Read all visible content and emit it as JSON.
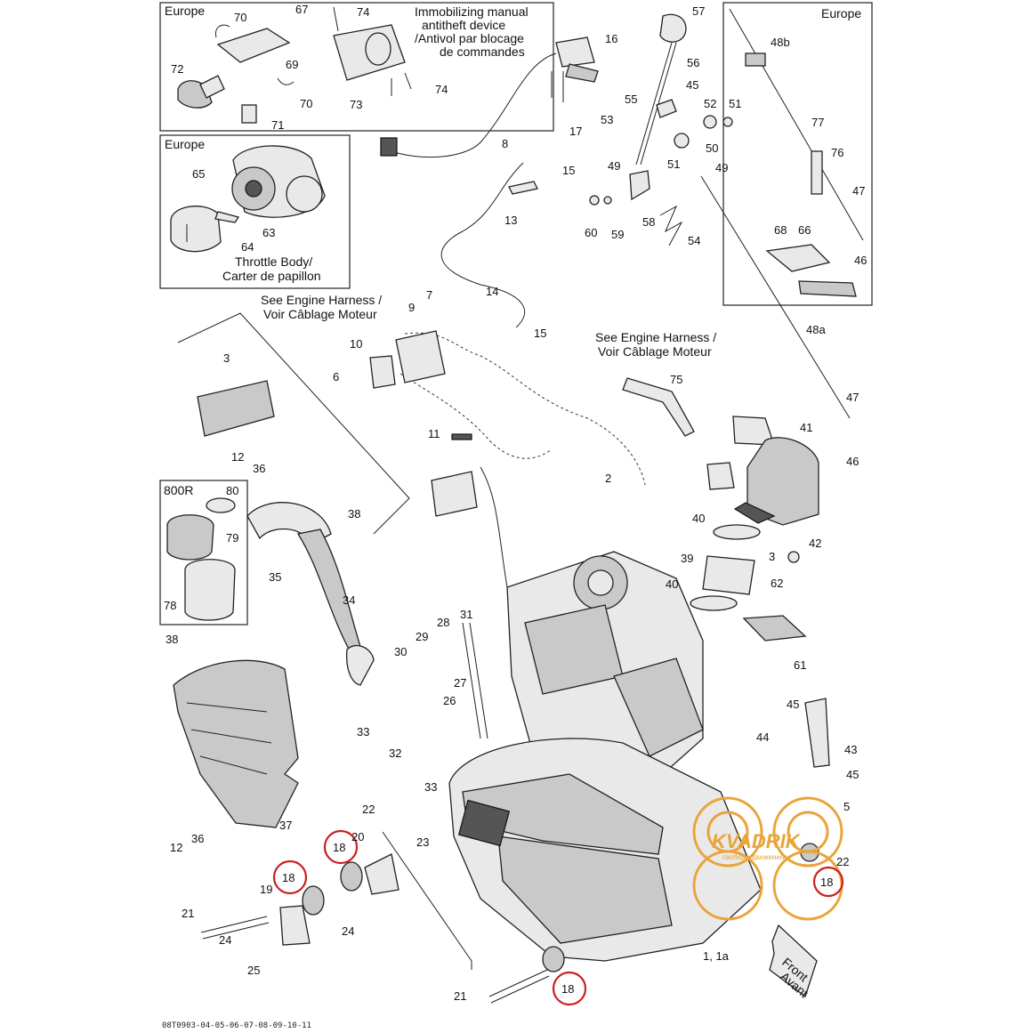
{
  "boxes": {
    "immobilizer": {
      "region": "Europe",
      "caption_lines": [
        "Immobilizing manual",
        "antitheft device",
        "/Antivol par blocage",
        "de commandes"
      ]
    },
    "throttle": {
      "region": "Europe",
      "caption_lines": [
        "Throttle Body/",
        "Carter de papillon"
      ]
    },
    "cable": {
      "region": "Europe"
    },
    "variant": {
      "label": "800R"
    }
  },
  "callouts": {
    "harness_left": [
      "See Engine Harness /",
      "Voir Câblage Moteur"
    ],
    "harness_right": [
      "See Engine Harness /",
      "Voir Câblage Moteur"
    ]
  },
  "front_arrow": [
    "Front",
    "Avant"
  ],
  "footer_code": "08T0903-04-05-06-07-08-09-10-11",
  "watermark": {
    "text": "KVADRIK",
    "subtext": "свобода движения",
    "color": "#e9a53a"
  },
  "highlight_color": "#cc1f1f",
  "part_numbers": [
    "70",
    "67",
    "74",
    "69",
    "72",
    "70",
    "71",
    "73",
    "74",
    "65",
    "63",
    "64",
    "57",
    "56",
    "16",
    "17",
    "55",
    "45",
    "52",
    "51",
    "53",
    "50",
    "51",
    "49",
    "49",
    "8",
    "15",
    "13",
    "58",
    "60",
    "59",
    "54",
    "48b",
    "77",
    "76",
    "47",
    "68",
    "66",
    "46",
    "7",
    "9",
    "14",
    "15",
    "48a",
    "10",
    "3",
    "6",
    "75",
    "47",
    "46",
    "11",
    "41",
    "12",
    "36",
    "80",
    "38",
    "79",
    "2",
    "40",
    "3",
    "42",
    "39",
    "35",
    "34",
    "78",
    "40",
    "62",
    "28",
    "31",
    "29",
    "30",
    "61",
    "38",
    "27",
    "26",
    "45",
    "44",
    "43",
    "33",
    "32",
    "33",
    "45",
    "5",
    "37",
    "12",
    "36",
    "22",
    "20",
    "23",
    "18",
    "22",
    "18",
    "19",
    "21",
    "24",
    "24",
    "25",
    "18",
    "1, 1a",
    "21",
    "18"
  ]
}
